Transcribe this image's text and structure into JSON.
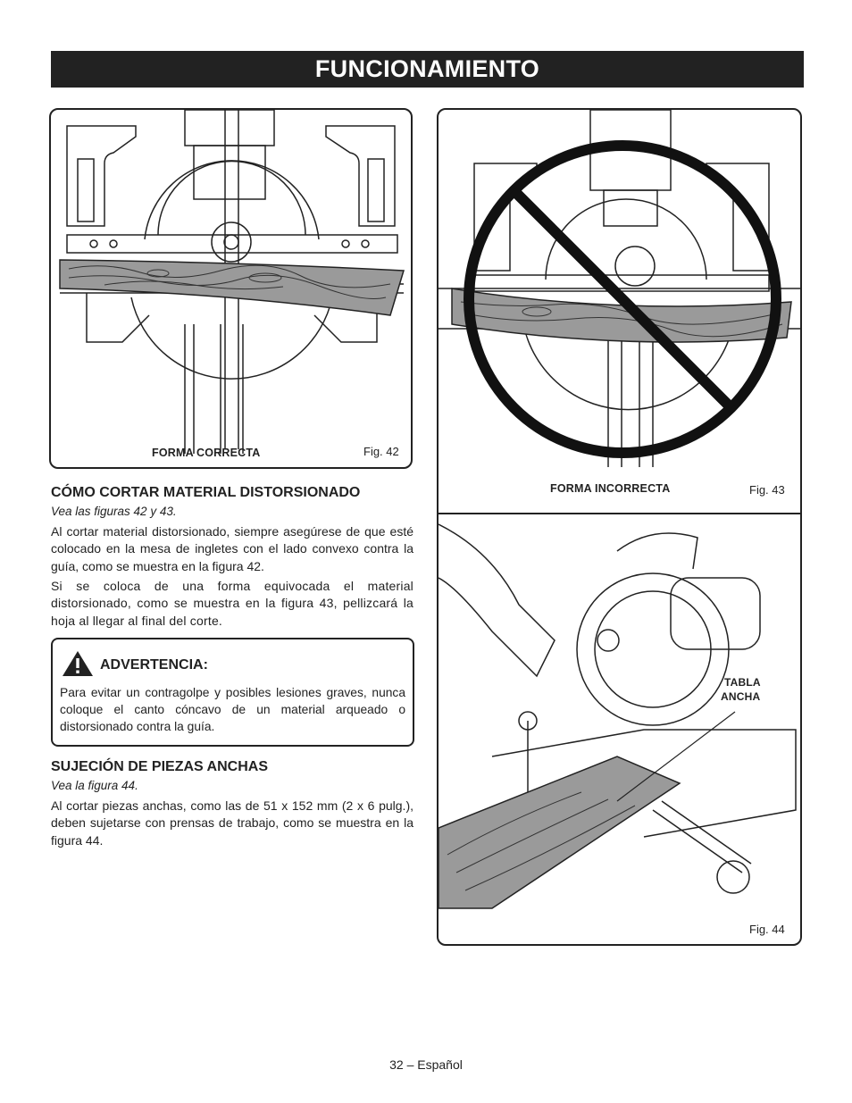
{
  "header": {
    "title": "FUNCIONAMIENTO"
  },
  "fig42": {
    "caption": "FORMA CORRECTA",
    "number": "Fig. 42"
  },
  "fig43": {
    "caption": "FORMA INCORRECTA",
    "number": "Fig. 43"
  },
  "fig44": {
    "label_line1": "TABLA",
    "label_line2": "ANCHA",
    "number": "Fig. 44"
  },
  "section1": {
    "heading": "CÓMO CORTAR MATERIAL DISTORSIONADO",
    "subheading": "Vea las figuras 42 y 43.",
    "paragraph1": "Al cortar material distorsionado, siempre asegúrese de que esté colocado en la mesa de ingletes con el lado convexo contra la guía, como se muestra en la figura 42.",
    "paragraph2": "Si se coloca de una forma equivocada el material distorsionado, como se muestra en la figura 43, pellizcará la hoja al llegar al final del corte."
  },
  "warning": {
    "heading": "ADVERTENCIA:",
    "text": "Para evitar un contragolpe y posibles lesiones graves, nunca coloque el canto cóncavo de un material arqueado o distorsionado contra la guía."
  },
  "section2": {
    "heading": "SUJECIÓN DE PIEZAS ANCHAS",
    "subheading": "Vea la figura 44.",
    "paragraph1": "Al cortar piezas anchas, como las de 51 x 152 mm (2 x 6 pulg.), deben sujetarse con prensas de trabajo, como se muestra en la figura 44."
  },
  "footer": {
    "page": "32 – Español"
  }
}
